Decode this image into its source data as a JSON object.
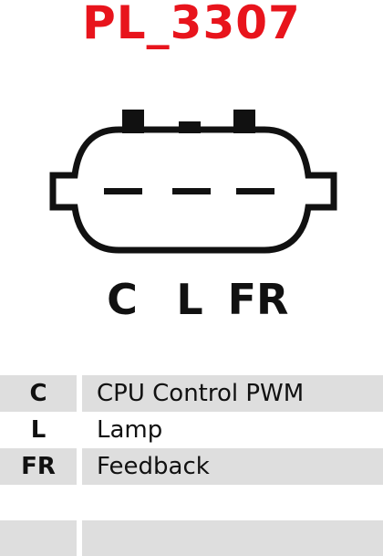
{
  "title": "PL_3307",
  "connector": {
    "pin_labels": [
      "C",
      "L",
      "FR"
    ]
  },
  "legend": [
    {
      "code": "C",
      "description": "CPU Control PWM"
    },
    {
      "code": "L",
      "description": "Lamp"
    },
    {
      "code": "FR",
      "description": "Feedback"
    }
  ]
}
